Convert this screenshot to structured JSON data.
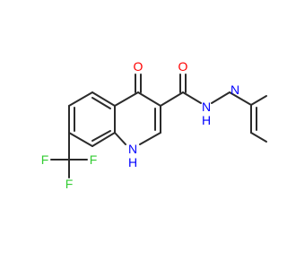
{
  "molecule": {
    "atoms": {
      "o_ketone": "O",
      "o_amide": "O",
      "n_amide": "N",
      "h_amide": "H",
      "n_pyridine": "N",
      "nh_ring": "H",
      "n_ring": "N",
      "f_top": "F",
      "f_left": "F",
      "f_bottom": "F"
    },
    "colors": {
      "bond": "#2b2b2b",
      "oxygen": "#ff0000",
      "nitrogen": "#0000ff",
      "fluorine": "#33cc33"
    }
  }
}
